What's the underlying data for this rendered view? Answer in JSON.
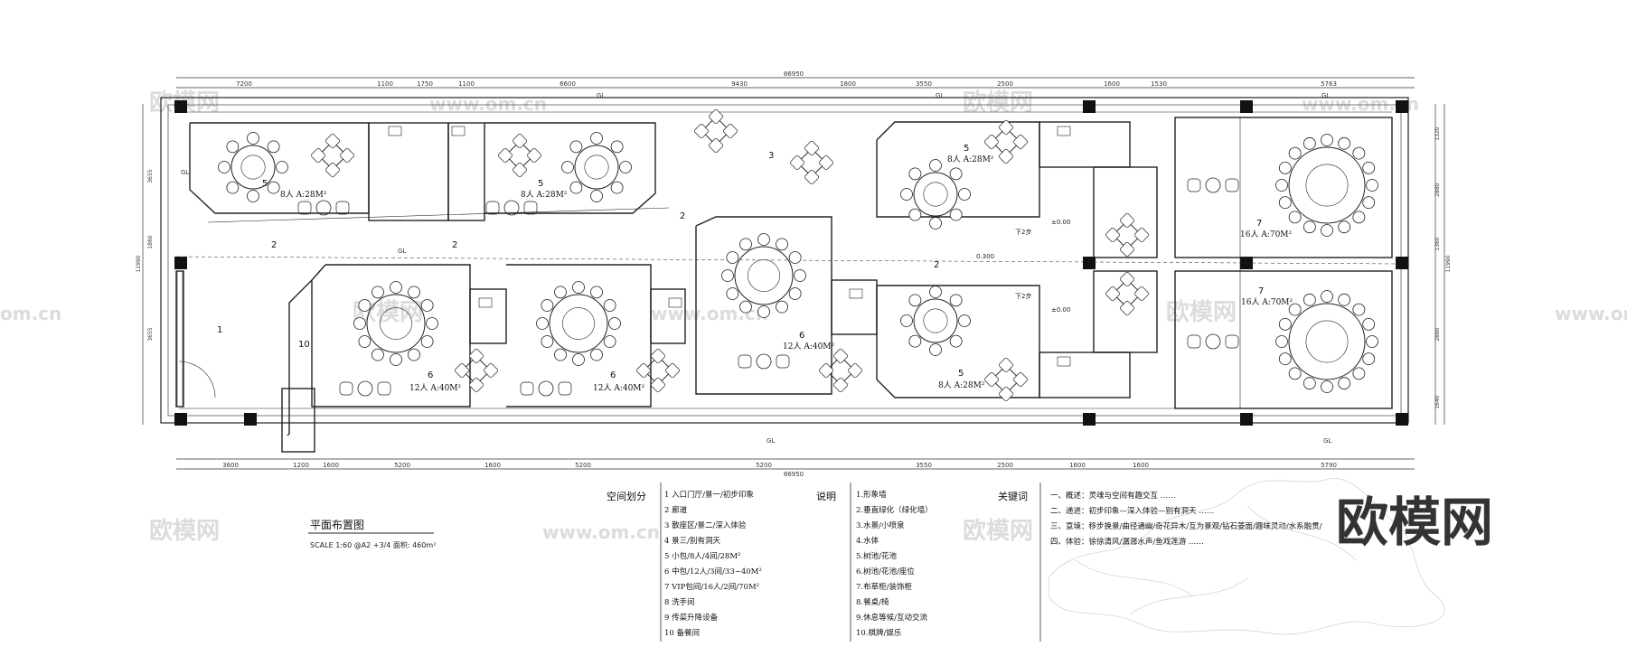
{
  "title": "平面布置图",
  "scale_line": "SCALE 1:60 @A2 +3/4 面积: 460m²",
  "watermark": {
    "brand": "欧模网",
    "faint_repeat": "欧模网",
    "url": "www.om.cn",
    "url_short": "om.cn"
  },
  "dimensions": {
    "top_total": "86950",
    "top_segments": [
      "7200",
      "1100",
      "1750",
      "1100",
      "6600",
      "9430",
      "1800",
      "3550",
      "2500",
      "1600",
      "1530",
      "5763"
    ],
    "bottom_total": "86950",
    "bottom_segments": [
      "3600",
      "1200",
      "1600",
      "5200",
      "1600",
      "5200",
      "5200",
      "3550",
      "2500",
      "1600",
      "1600",
      "5790"
    ],
    "left_segments": [
      "3655",
      "1860",
      "3655"
    ],
    "left_total": "11990",
    "right_segments": [
      "1320",
      "2880",
      "1360",
      "2880",
      "1640"
    ],
    "right_total": "11990"
  },
  "labels": {
    "gl": "GL",
    "room_tag_8": "8人 A:28M²",
    "room_tag_12": "12人 A:40M²",
    "room_tag_16": "16人 A:70M²",
    "floor_level": "±0.00",
    "step_down": "下2步",
    "elevation": "0.300"
  },
  "legend": {
    "space_heading": "空间划分",
    "space_items": [
      "1 入口门厅/景一/初步印象",
      "2 廊道",
      "3 散座区/景二/深入体验",
      "4 景三/别有洞天",
      "5 小包/8人/4间/28M²",
      "6 中包/12人/3间/33~40M²",
      "7 VIP包间/16人/2间/70M²",
      "8 洗手间",
      "9 传菜升降设备",
      "10 备餐间"
    ],
    "note_heading": "说明",
    "note_items": [
      "1.形象墙",
      "2.垂直绿化（绿化墙）",
      "3.水景/小喷泉",
      "4.水体",
      "5.树池/花池",
      "6.树池/花池/座位",
      "7.布草柜/装饰柜",
      "8.餐桌/椅",
      "9.休息等候/互动交流",
      "10.棋牌/娱乐"
    ],
    "keyword_heading": "关键词",
    "keyword_items": [
      "一、概述：灵魂与空间有趣交互 ……",
      "二、递进：初步印象—深入体验—别有洞天 ……",
      "三、意境：移步换景/曲径通幽/奇花异木/互为景观/钻石菱面/趣味灵动/水系融贯/",
      "四、体验：徐徐清风/潺潺水声/鱼戏莲游 ……"
    ]
  },
  "colors": {
    "line": "#222222",
    "column": "#111111",
    "watermark": "#d4d4d4",
    "brand_mark": "#333333"
  }
}
